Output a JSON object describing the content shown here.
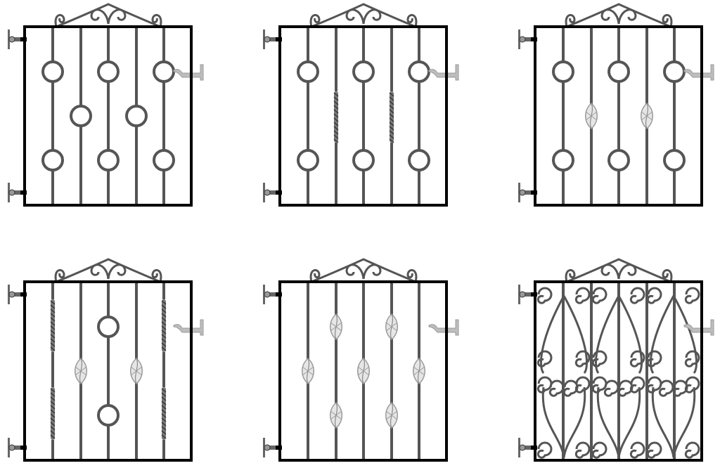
{
  "colors": {
    "background": "#ffffff",
    "frame": "#000000",
    "bar": "#555555",
    "latch": "#bdbdbd",
    "hinge": "#666666"
  },
  "gates": [
    {
      "id": "gate-1",
      "style": "rings",
      "pattern": "alternating-rings"
    },
    {
      "id": "gate-2",
      "style": "rings-twist",
      "pattern": "rings-with-twisted-bars"
    },
    {
      "id": "gate-3",
      "style": "rings-basket",
      "pattern": "rings-with-basket-knuckles"
    },
    {
      "id": "gate-4",
      "style": "mixed",
      "pattern": "twists-baskets-rings"
    },
    {
      "id": "gate-5",
      "style": "baskets",
      "pattern": "staggered-baskets"
    },
    {
      "id": "gate-6",
      "style": "scrolls",
      "pattern": "heart-scrolls"
    }
  ]
}
